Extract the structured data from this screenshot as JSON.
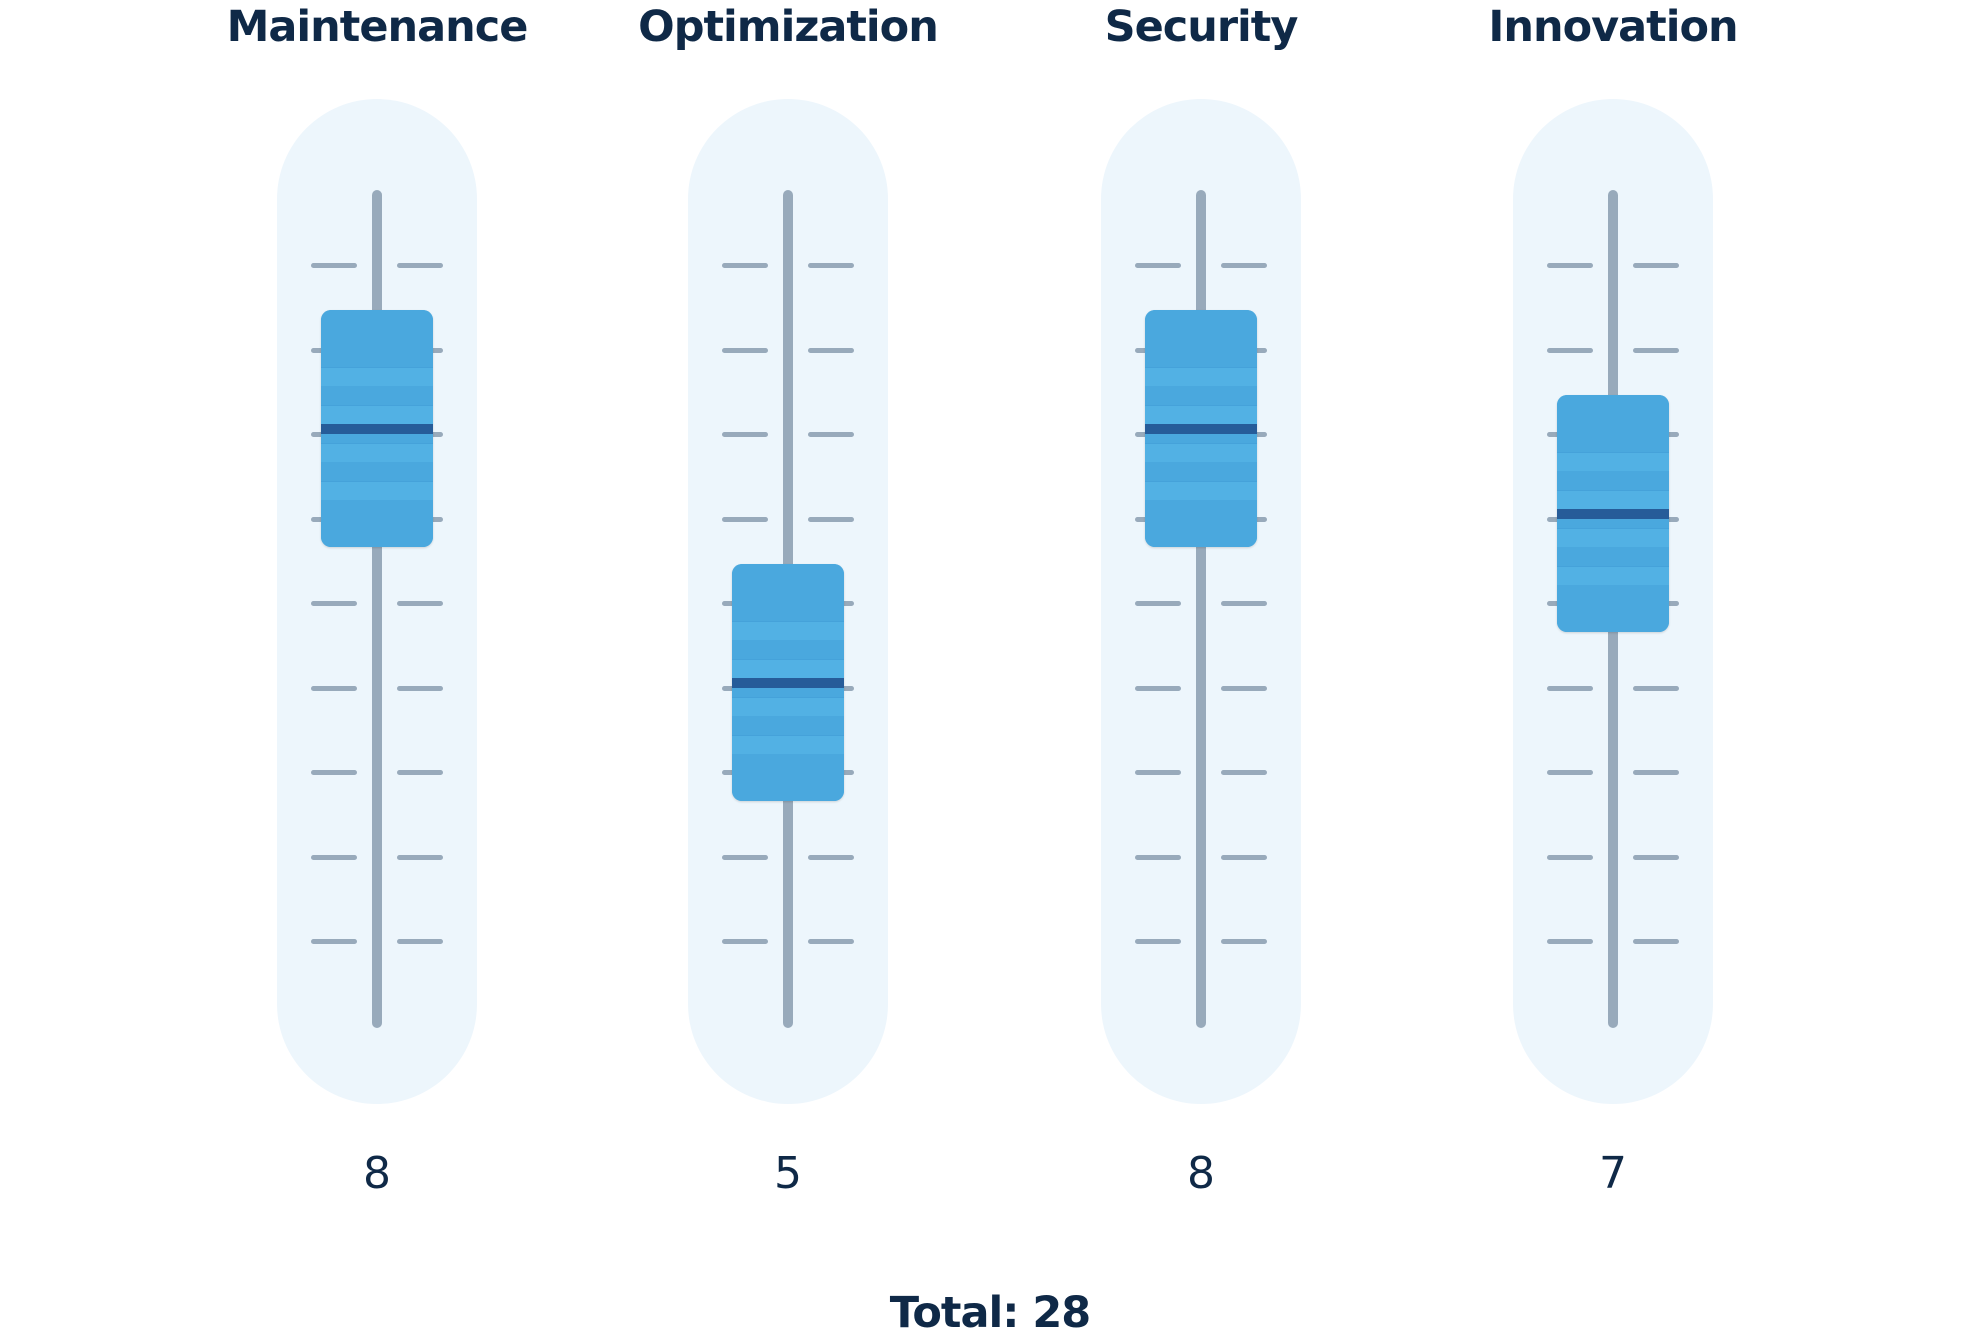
{
  "sliders": [
    {
      "label": "Maintenance",
      "value": 8
    },
    {
      "label": "Optimization",
      "value": 5
    },
    {
      "label": "Security",
      "value": 8
    },
    {
      "label": "Innovation",
      "value": 7
    }
  ],
  "scale": {
    "min": 0,
    "max": 10
  },
  "total_label": "Total: 28",
  "colors": {
    "track": "#edf6fc",
    "rail": "#98aabb",
    "handle": "#4aa8de",
    "handle_band": "#265c99",
    "text": "#0f2947"
  }
}
